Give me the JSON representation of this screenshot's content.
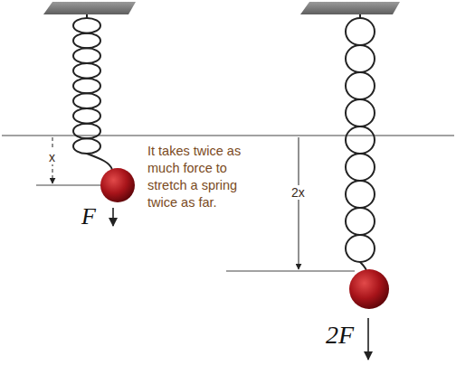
{
  "diagram": {
    "labels": [
      "x",
      "It takes twice as much force to stretch a spring twice as far.",
      "2x",
      "F",
      "2F"
    ]
  }
}
